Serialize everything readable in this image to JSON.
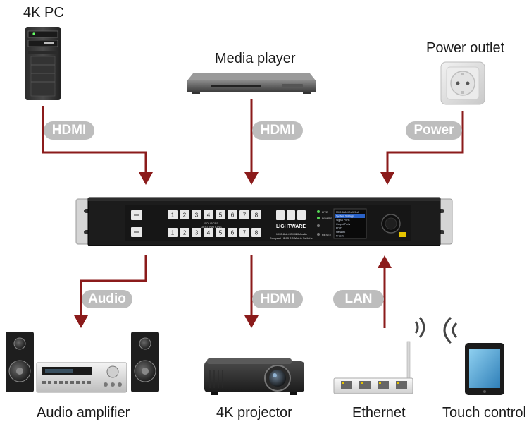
{
  "devices": {
    "pc": {
      "label": "4K PC"
    },
    "media_player": {
      "label": "Media player"
    },
    "power_outlet": {
      "label": "Power outlet"
    },
    "audio_amplifier": {
      "label": "Audio amplifier"
    },
    "projector": {
      "label": "4K projector"
    },
    "ethernet": {
      "label": "Ethernet"
    },
    "touch_control": {
      "label": "Touch control"
    }
  },
  "connections": {
    "pc_hdmi": "HDMI",
    "media_hdmi": "HDMI",
    "power": "Power",
    "audio": "Audio",
    "projector_hdmi": "HDMI",
    "lan": "LAN"
  },
  "switcher": {
    "brand": "LIGHTWARE",
    "model": "MX2-8x8-HDMI20-Audio",
    "subtitle": "Compact HDMI 2.0 Matrix Switcher",
    "sources_label": "SOURCES",
    "destinations_label": "DESTINATIONS",
    "port_buttons": [
      "1",
      "2",
      "3",
      "4",
      "5",
      "6",
      "7",
      "8"
    ],
    "screen_lines": [
      "MX2-8x8-HDMI20-A",
      "System Settings",
      "Signal Ports",
      "Output Ports",
      "EDID",
      "Network",
      "Presets"
    ],
    "status_labels": [
      "LIVE",
      "POWER",
      "RESET"
    ]
  },
  "colors": {
    "arrow": "#8b1b1b",
    "badge": "#bdbdbd",
    "chassis": "#1c1c1c"
  }
}
